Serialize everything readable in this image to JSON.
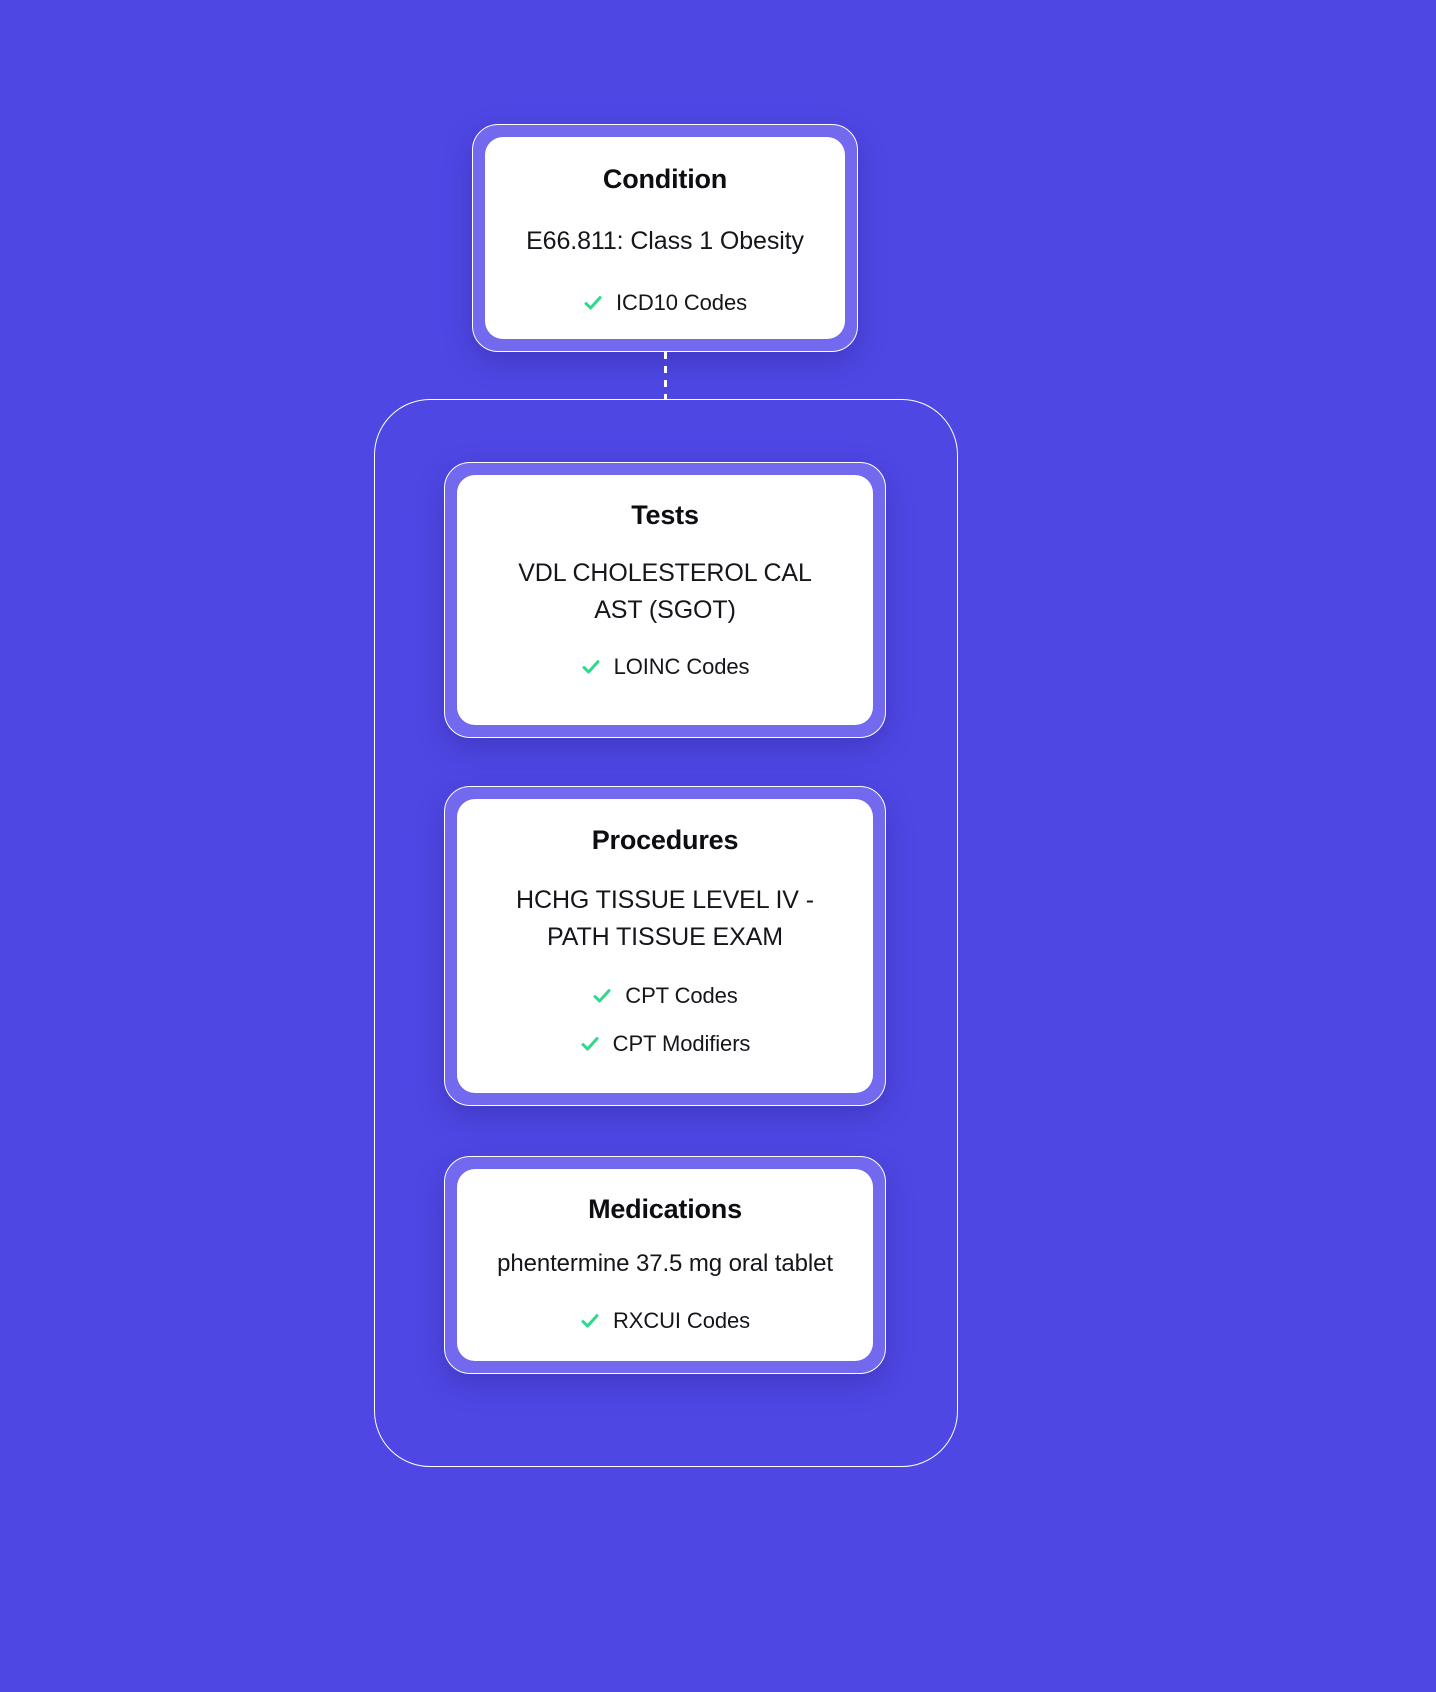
{
  "theme": {
    "background_color": "#4F47E4",
    "card_frame_color": "#7269EE",
    "card_surface_color": "#FFFFFF",
    "outline_color": "#FFFFFF",
    "check_color": "#2FD98B",
    "text_color": "#15151B"
  },
  "diagram": {
    "type": "flow",
    "nodes": [
      {
        "id": "condition",
        "title": "Condition",
        "lines": [
          "E66.811: Class 1 Obesity"
        ],
        "tags": [
          {
            "label": "ICD10 Codes",
            "icon": "check-icon"
          }
        ]
      },
      {
        "id": "tests",
        "title": "Tests",
        "lines": [
          "VDL CHOLESTEROL CAL",
          "AST (SGOT)"
        ],
        "tags": [
          {
            "label": "LOINC Codes",
            "icon": "check-icon"
          }
        ]
      },
      {
        "id": "procedures",
        "title": "Procedures",
        "lines": [
          "HCHG TISSUE LEVEL IV -",
          "PATH   TISSUE EXAM"
        ],
        "tags": [
          {
            "label": "CPT Codes",
            "icon": "check-icon"
          },
          {
            "label": "CPT Modifiers",
            "icon": "check-icon"
          }
        ]
      },
      {
        "id": "medications",
        "title": "Medications",
        "lines": [
          "phentermine 37.5 mg oral tablet"
        ],
        "tags": [
          {
            "label": "RXCUI Codes",
            "icon": "check-icon"
          }
        ]
      }
    ],
    "connector": {
      "from": "condition",
      "to": "encounter-group",
      "style": "dashed"
    }
  }
}
